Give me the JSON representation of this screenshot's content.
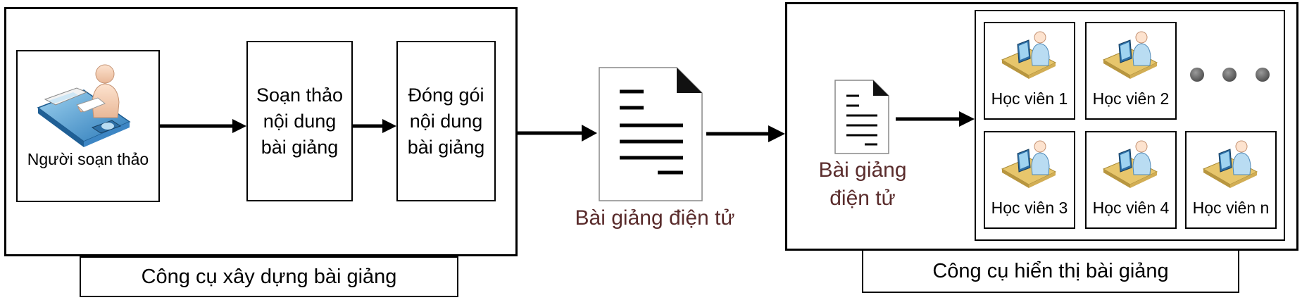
{
  "builder": {
    "caption": "Công cụ xây dựng bài giảng",
    "author_label": "Người soạn thảo",
    "step1": "Soạn thảo\nnội dung\nbài giảng",
    "step2": "Đóng gói\nnội dung\nbài giảng"
  },
  "document_label": "Bài giảng điện tử",
  "viewer": {
    "caption": "Công cụ hiển thị bài giảng",
    "document_label": "Bài giảng\nđiện tử",
    "learners": [
      "Học viên 1",
      "Học viên 2",
      "Học viên 3",
      "Học viên 4",
      "Học viên n"
    ]
  },
  "icons": {
    "author": "person-at-desk-icon",
    "learner": "person-at-computer-icon",
    "document": "document-icon",
    "ellipsis": "ellipsis-dots-icon"
  }
}
